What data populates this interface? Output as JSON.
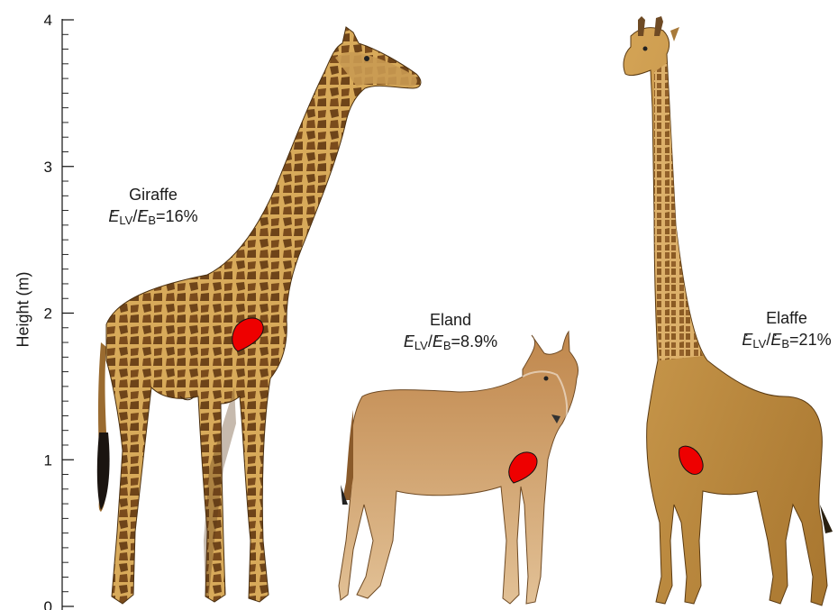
{
  "axis": {
    "ylabel": "Height  (m)",
    "ticks": [
      "0",
      "1",
      "2",
      "3",
      "4"
    ],
    "ylim": [
      0,
      4
    ],
    "minor_ticks_per_unit": 10
  },
  "animals": [
    {
      "name": "Giraffe",
      "ratio_value": "=16%",
      "num": "LV",
      "den": "B",
      "symbol": "E"
    },
    {
      "name": "Eland",
      "ratio_value": "=8.9%",
      "num": "LV",
      "den": "B",
      "symbol": "E"
    },
    {
      "name": "Elaffe",
      "ratio_value": "=21%",
      "num": "LV",
      "den": "B",
      "symbol": "E"
    }
  ],
  "colors": {
    "heart": "#ee0000",
    "giraffe_coat": "#c89443",
    "giraffe_spot": "#6e4419",
    "eland_coat": "#c9955c",
    "elaffe_coat": "#c38f3f"
  }
}
